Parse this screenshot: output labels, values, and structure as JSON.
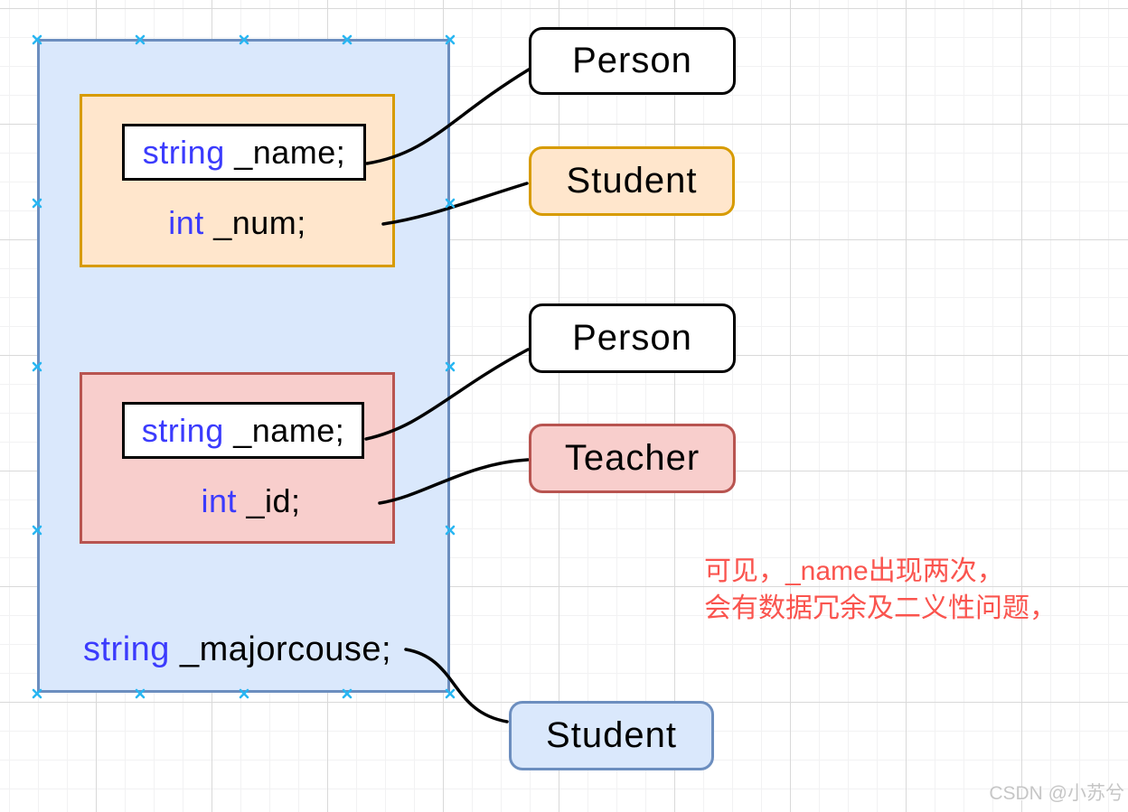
{
  "members": [
    {
      "kw1": "string",
      "rest1": " _name;",
      "kw2": "int",
      "rest2": " _num;"
    },
    {
      "kw1": "string",
      "rest1": " _name;",
      "kw2": "int",
      "rest2": " _id;"
    }
  ],
  "major_field": {
    "kw": "string",
    "rest": " _majorcouse;"
  },
  "nodes": [
    {
      "label": "Person"
    },
    {
      "label": "Student"
    },
    {
      "label": "Person"
    },
    {
      "label": "Teacher"
    },
    {
      "label": "Student"
    }
  ],
  "annotation": {
    "line1": "可见，_name出现两次，",
    "line2": "会有数据冗余及二义性问题，"
  },
  "watermark": "CSDN @小苏兮",
  "colors": {
    "blue_fill": "#dae8fc",
    "blue_border": "#6c8ebf",
    "orange_fill": "#ffe6cc",
    "orange_border": "#d79b00",
    "red_fill": "#f8cecc",
    "red_border": "#b85450",
    "keyword_blue": "#3b3bfd",
    "annotation_red": "#fa544e",
    "handle_cyan": "#29b6f2",
    "connector_black": "#000000"
  }
}
